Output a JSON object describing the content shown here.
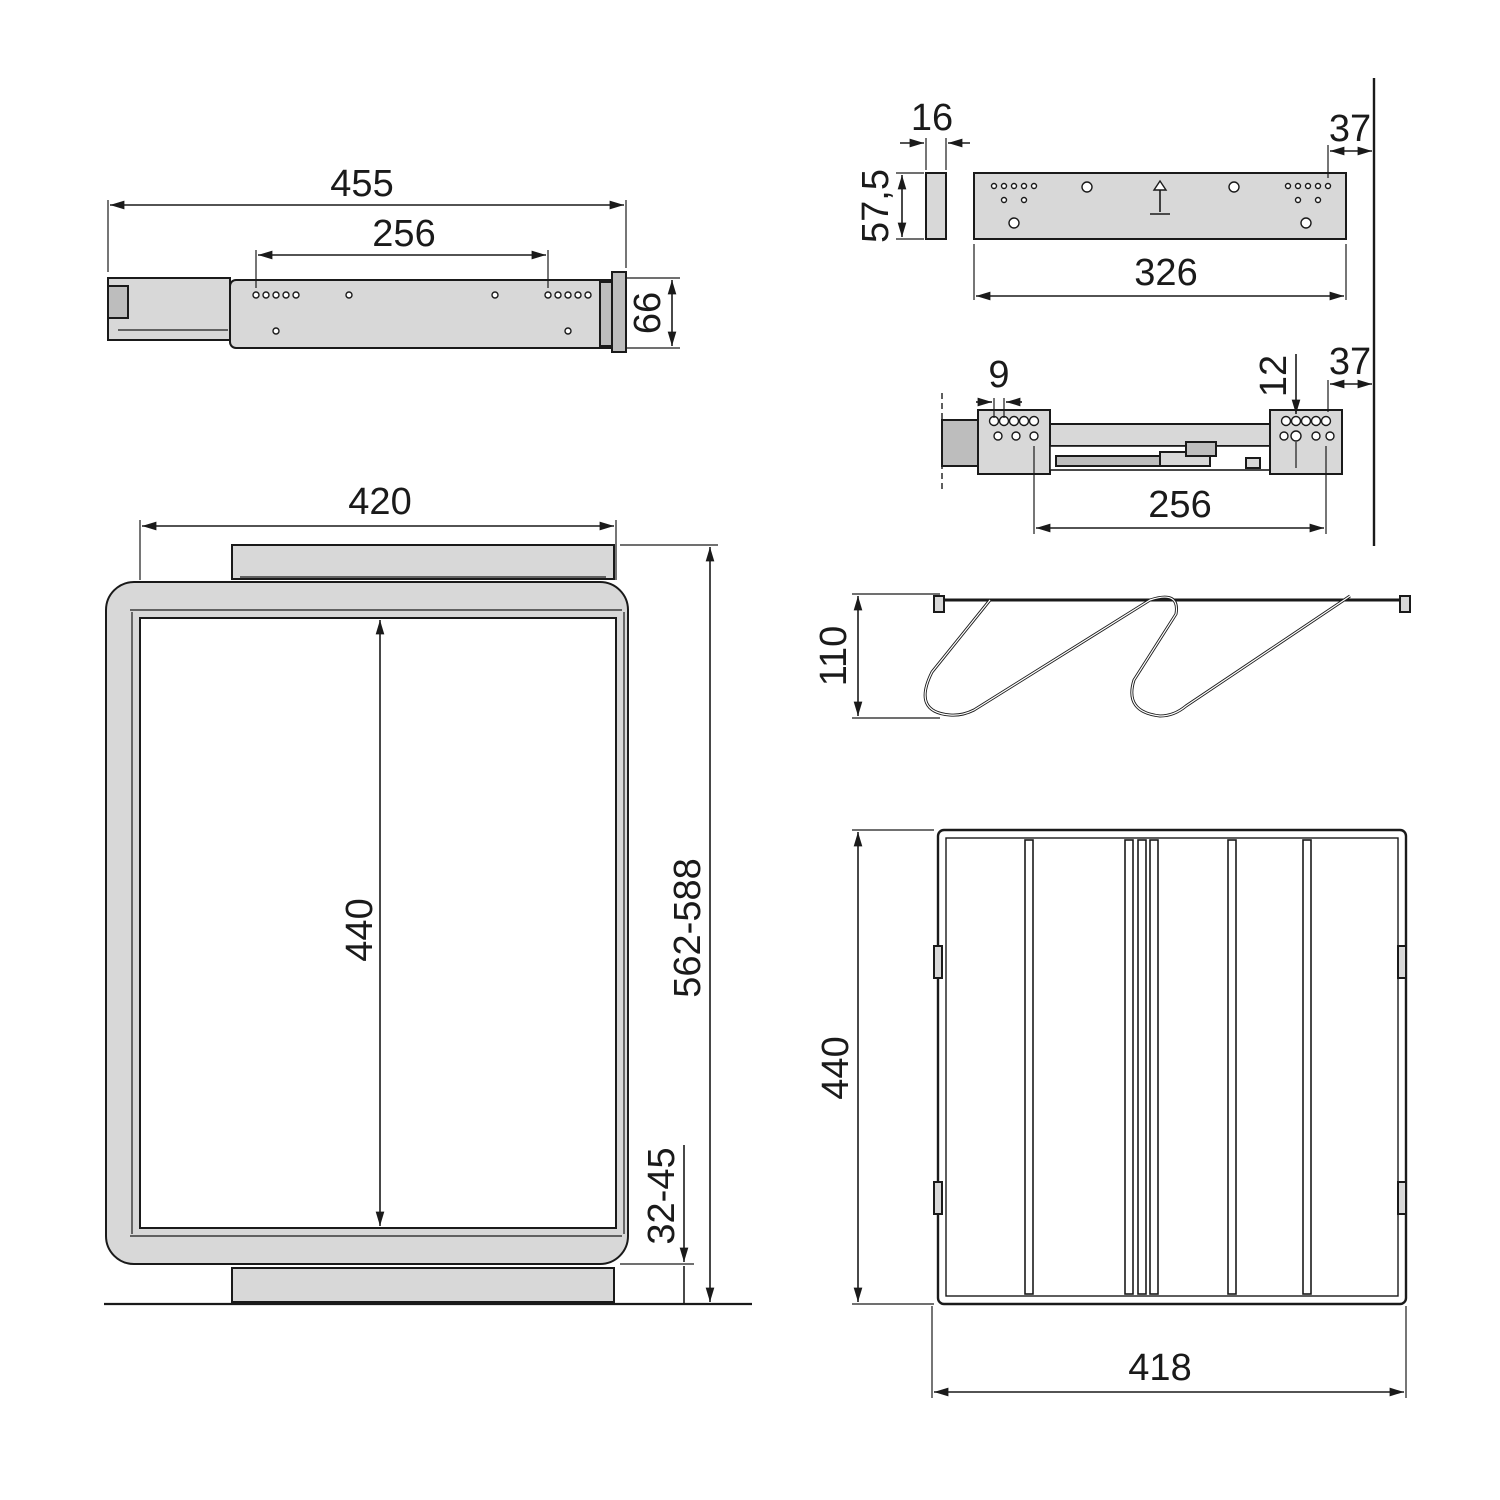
{
  "dimensions": {
    "top_slide": {
      "length_overall": "455",
      "hole_spacing": "256",
      "height": "66"
    },
    "rail_end": {
      "thickness": "16",
      "height": "57,5"
    },
    "rail_plate": {
      "length": "326",
      "offset": "37"
    },
    "runner_detail": {
      "hole_pitch": "9",
      "hole_offset": "12",
      "offset": "37",
      "hole_spacing": "256"
    },
    "frame": {
      "width": "420",
      "inner_depth": "440",
      "height_range": "562-588",
      "base_clearance": "32-45"
    },
    "rack_side": {
      "height": "110"
    },
    "rack_top": {
      "depth": "440",
      "width": "418"
    }
  },
  "colors": {
    "line": "#1a1a1a",
    "part_fill": "#d8d8d8",
    "part_dark": "#bdbdbd",
    "background": "#ffffff"
  }
}
